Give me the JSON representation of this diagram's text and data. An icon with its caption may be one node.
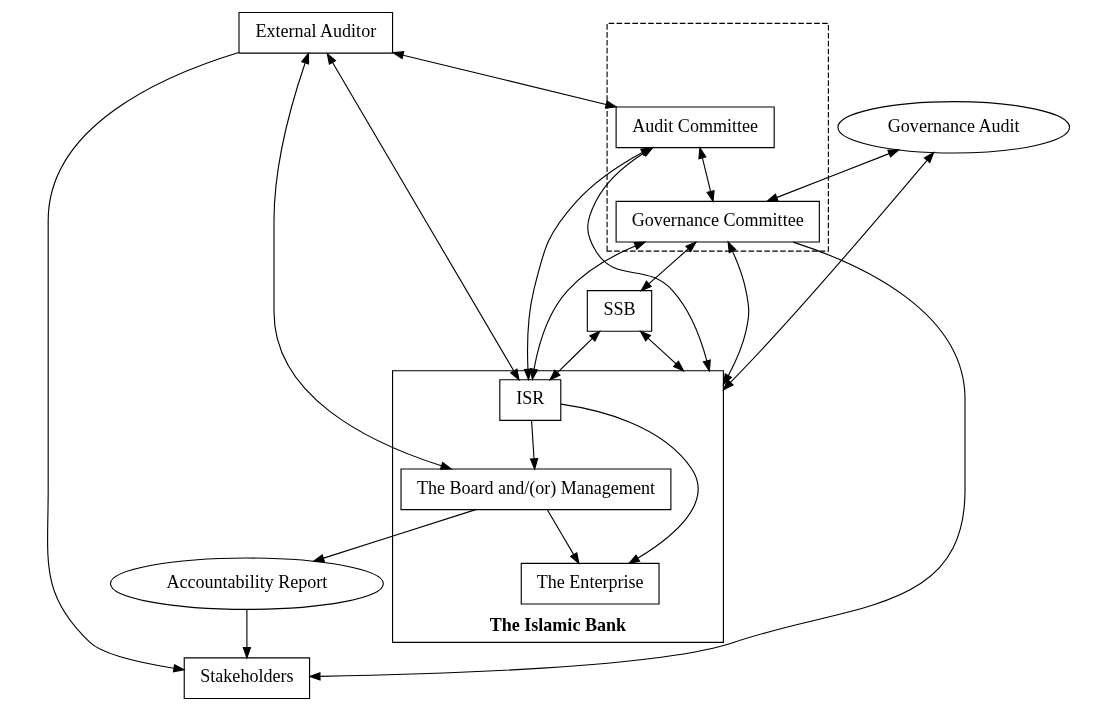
{
  "diagram": {
    "nodes": [
      {
        "text": [
          "Governance Audit"
        ]
      },
      {
        "text": [],
        "shape": "box"
      },
      {
        "text": [
          "External Auditor"
        ]
      },
      {
        "text": [
          "Audit Committee"
        ],
        "in": 1
      },
      {
        "text": [
          "Governance Committee"
        ],
        "in": 1
      },
      {
        "text": [
          "SSB"
        ]
      },
      {
        "text": [
          "Stakeholders"
        ]
      },
      {
        "text": [
          "The Islamic Bank"
        ]
      },
      {
        "text": [
          "ISR"
        ],
        "in": 7
      },
      {
        "text": [
          "Accountability Report"
        ]
      },
      {
        "text": [
          "The Board and/(or) Management"
        ],
        "in": 7
      },
      {
        "text": [
          "The Enterprise"
        ],
        "in": 7
      }
    ],
    "edges": [
      {
        "from": 2,
        "to": 8,
        "arrow": "both"
      },
      {
        "from": 2,
        "to": 6,
        "arrow": "to"
      },
      {
        "from": 2,
        "to": 3,
        "arrow": "both"
      },
      {
        "from": 3,
        "to": 4,
        "arrow": "both"
      },
      {
        "from": 4,
        "to": 5,
        "arrow": "both"
      },
      {
        "from": 0,
        "to": 4,
        "arrow": "both"
      },
      {
        "from": 0,
        "to": 7,
        "arrow": "both"
      },
      {
        "from": 4,
        "to": 6,
        "arrow": "to"
      },
      {
        "from": 3,
        "to": 7,
        "arrow": "both"
      },
      {
        "from": 2,
        "to": 10,
        "arrow": "both"
      },
      {
        "from": 3,
        "to": 8,
        "arrow": "both"
      },
      {
        "from": 4,
        "to": 7,
        "arrow": "both"
      },
      {
        "from": 4,
        "to": 8,
        "arrow": "both"
      },
      {
        "from": 5,
        "to": 7,
        "arrow": "both"
      },
      {
        "from": 5,
        "to": 8,
        "arrow": "both"
      },
      {
        "from": 8,
        "to": 10,
        "arrow": "to"
      },
      {
        "from": 10,
        "to": 9,
        "arrow": "to"
      },
      {
        "from": 9,
        "to": 6,
        "arrow": "to"
      },
      {
        "from": 8,
        "to": 11,
        "arrow": "to"
      },
      {
        "from": 10,
        "to": 11,
        "arrow": "to"
      }
    ]
  }
}
